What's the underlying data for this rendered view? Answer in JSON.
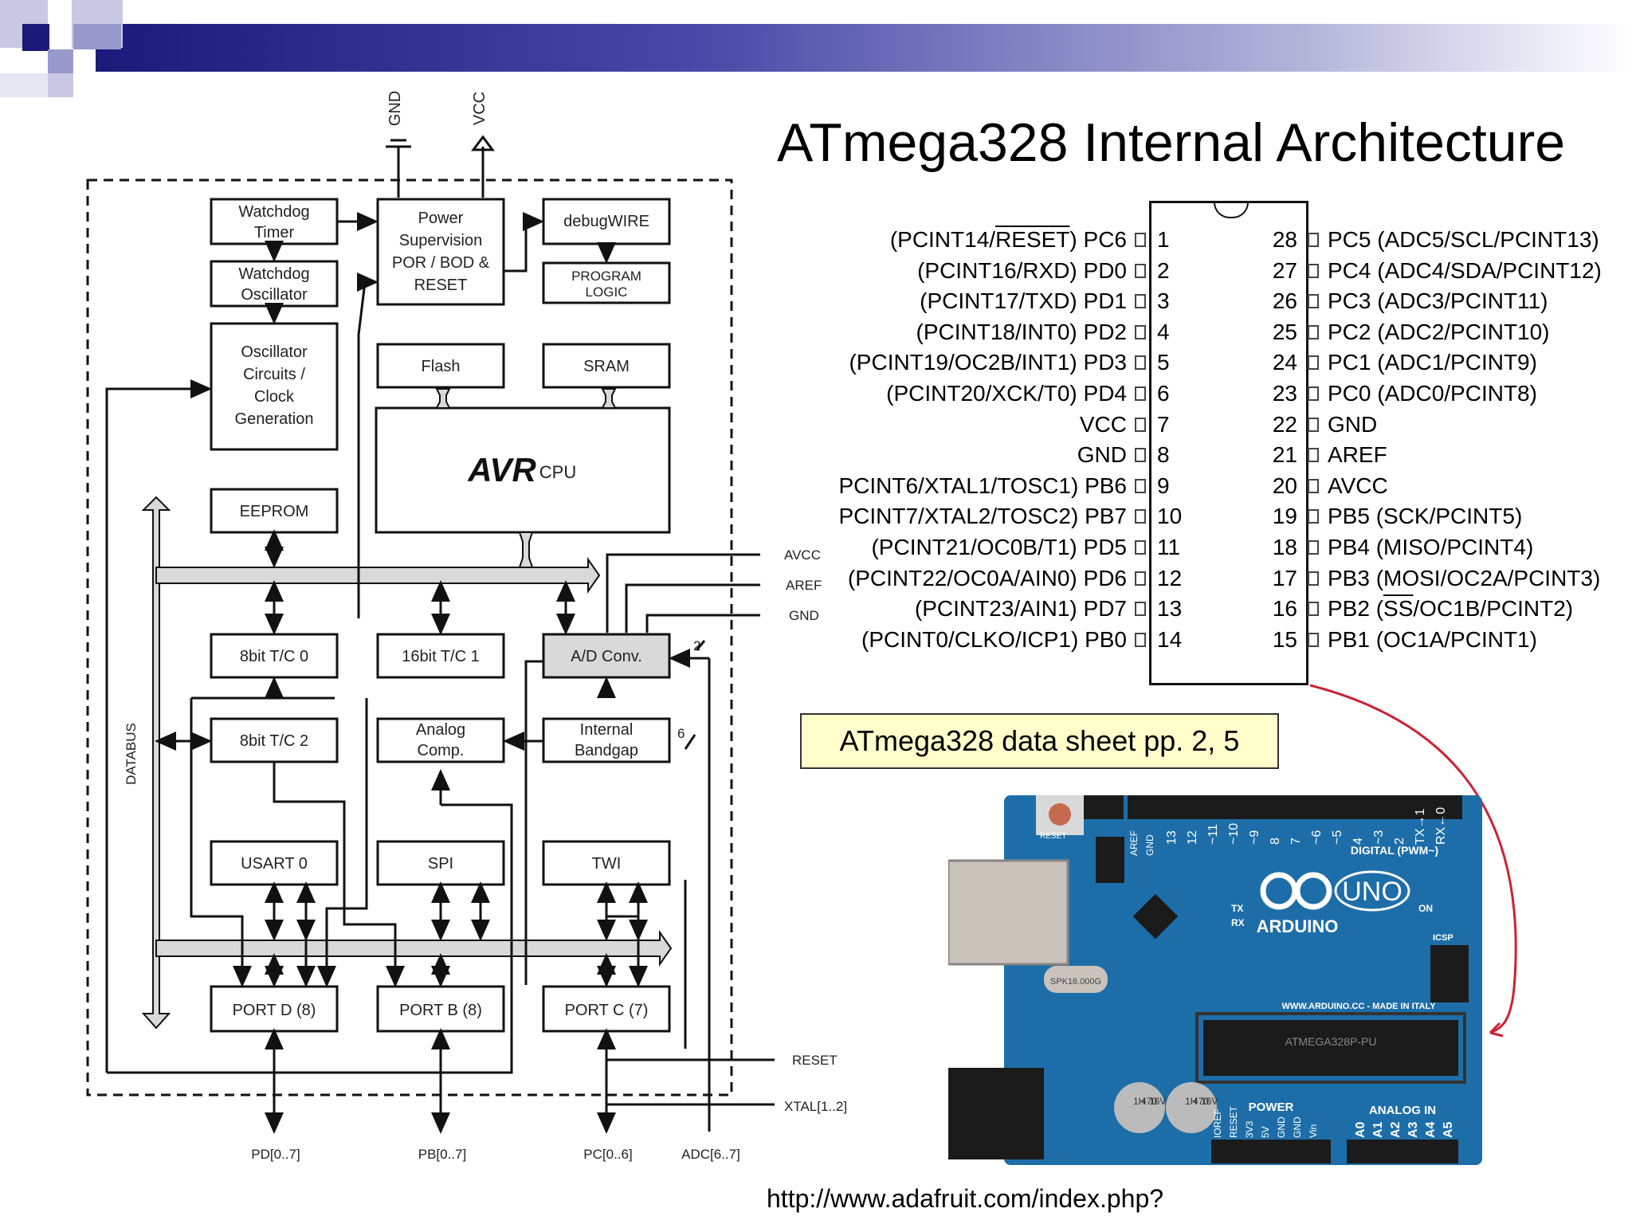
{
  "slide": {
    "title": "ATmega328 Internal Architecture",
    "note": "ATmega328 data sheet pp. 2, 5",
    "url": "http://www.adafruit.com/index.php?"
  },
  "block_diagram": {
    "supply_labels": {
      "gnd": "GND",
      "vcc": "VCC"
    },
    "blocks": {
      "watchdog_timer": [
        "Watchdog",
        "Timer"
      ],
      "watchdog_osc": [
        "Watchdog",
        "Oscillator"
      ],
      "power_supervision": [
        "Power",
        "Supervision",
        "POR / BOD &",
        "RESET"
      ],
      "debugwire": "debugWIRE",
      "program_logic": [
        "PROGRAM",
        "LOGIC"
      ],
      "osc_circuits": [
        "Oscillator",
        "Circuits /",
        "Clock",
        "Generation"
      ],
      "flash": "Flash",
      "sram": "SRAM",
      "cpu_logo": "AVR",
      "cpu": "CPU",
      "eeprom": "EEPROM",
      "tc0": "8bit T/C 0",
      "tc1": "16bit T/C 1",
      "adc": "A/D Conv.",
      "tc2": "8bit T/C 2",
      "analog_comp": [
        "Analog",
        "Comp."
      ],
      "bandgap": [
        "Internal",
        "Bandgap"
      ],
      "usart": "USART 0",
      "spi": "SPI",
      "twi": "TWI",
      "portd": "PORT D (8)",
      "portb": "PORT B (8)",
      "portc": "PORT C (7)"
    },
    "databus": "DATABUS",
    "signals": {
      "avcc": "AVCC",
      "aref": "AREF",
      "gnd": "GND",
      "reset": "RESET",
      "xtal": "XTAL[1..2]",
      "n2": "2",
      "n6": "6"
    },
    "port_pins": [
      "PD[0..7]",
      "PB[0..7]",
      "PC[0..6]",
      "ADC[6..7]"
    ]
  },
  "pinout": {
    "left": [
      {
        "num": "1",
        "pre": "(PCINT14/",
        "over": "RESET",
        "post": ") PC6"
      },
      {
        "num": "2",
        "label": "(PCINT16/RXD) PD0"
      },
      {
        "num": "3",
        "label": "(PCINT17/TXD) PD1"
      },
      {
        "num": "4",
        "label": "(PCINT18/INT0) PD2"
      },
      {
        "num": "5",
        "label": "(PCINT19/OC2B/INT1) PD3"
      },
      {
        "num": "6",
        "label": "(PCINT20/XCK/T0) PD4"
      },
      {
        "num": "7",
        "label": "VCC"
      },
      {
        "num": "8",
        "label": "GND"
      },
      {
        "num": "9",
        "label": "PCINT6/XTAL1/TOSC1) PB6"
      },
      {
        "num": "10",
        "label": "PCINT7/XTAL2/TOSC2) PB7"
      },
      {
        "num": "11",
        "label": "(PCINT21/OC0B/T1) PD5"
      },
      {
        "num": "12",
        "label": "(PCINT22/OC0A/AIN0) PD6"
      },
      {
        "num": "13",
        "label": "(PCINT23/AIN1) PD7"
      },
      {
        "num": "14",
        "label": "(PCINT0/CLKO/ICP1) PB0"
      }
    ],
    "right": [
      {
        "num": "28",
        "label": "PC5 (ADC5/SCL/PCINT13)"
      },
      {
        "num": "27",
        "label": "PC4 (ADC4/SDA/PCINT12)"
      },
      {
        "num": "26",
        "label": "PC3 (ADC3/PCINT11)"
      },
      {
        "num": "25",
        "label": "PC2 (ADC2/PCINT10)"
      },
      {
        "num": "24",
        "label": "PC1 (ADC1/PCINT9)"
      },
      {
        "num": "23",
        "label": "PC0 (ADC0/PCINT8)"
      },
      {
        "num": "22",
        "label": "GND"
      },
      {
        "num": "21",
        "label": "AREF"
      },
      {
        "num": "20",
        "label": "AVCC"
      },
      {
        "num": "19",
        "label": "PB5 (SCK/PCINT5)"
      },
      {
        "num": "18",
        "label": "PB4 (MISO/PCINT4)"
      },
      {
        "num": "17",
        "label": "PB3 (MOSI/OC2A/PCINT3)"
      },
      {
        "num": "16",
        "pre": "PB2 (",
        "over": "SS",
        "post": "/OC1B/PCINT2)"
      },
      {
        "num": "15",
        "label": "PB1 (OC1A/PCINT1)"
      }
    ]
  },
  "board": {
    "brand": "ARDUINO",
    "model": "UNO",
    "digital": "DIGITAL (PWM~)",
    "analog": "ANALOG IN",
    "power": "POWER",
    "site": "WWW.ARDUINO.CC - MADE IN ITALY",
    "on": "ON",
    "icsp": "ICSP",
    "tx": "TX",
    "rx": "RX",
    "reset": "RESET",
    "aref": "AREF",
    "gnd": "GND",
    "digital_pins": [
      "13",
      "12",
      "~11",
      "~10",
      "~9",
      "8",
      "7",
      "~6",
      "~5",
      "4",
      "~3",
      "2",
      "TX→1",
      "RX←0"
    ],
    "analog_pins": [
      "A0",
      "A1",
      "A2",
      "A3",
      "A4",
      "A5"
    ],
    "power_pins": [
      "IOREF",
      "RESET",
      "3V3",
      "5V",
      "GND",
      "GND",
      "Vin"
    ],
    "chip_marking": "ATMEGA328P-PU",
    "crystal": "SPK16.000G",
    "cap_marking": [
      "1H",
      "470",
      "16V"
    ],
    "colors": {
      "pcb": "#1d6ea8",
      "header": "#1b1b1b",
      "usb": "#c9c3bc",
      "silk": "#ffffff"
    }
  },
  "colors": {
    "header_dark": "#1a1a7a",
    "header_mid": "#4a4aa8",
    "note_bg": "#ffffcc",
    "gray_fill": "#d9d9d9",
    "arrow_red": "#cc2233"
  }
}
